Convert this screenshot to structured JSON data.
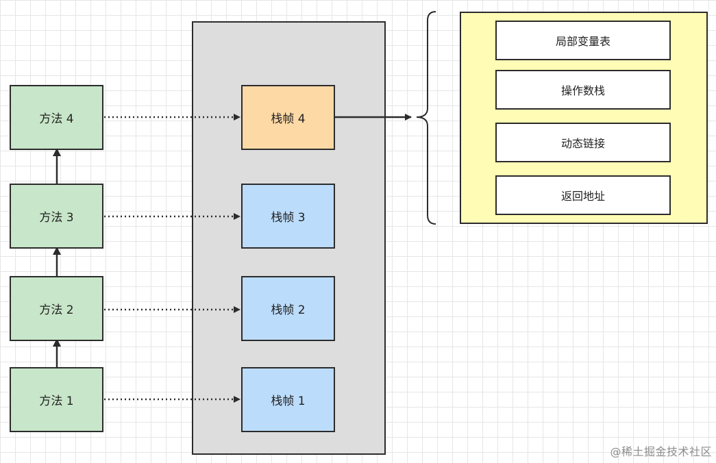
{
  "colors": {
    "method_fill": "#c8e6c9",
    "frame_top_fill": "#fdd9a5",
    "frame_fill": "#bcdcfb",
    "stack_region_fill": "#dddddd",
    "detail_region_fill": "#fffcb5",
    "line": "#2b2b2b"
  },
  "methods": [
    {
      "label": "方法 4"
    },
    {
      "label": "方法 3"
    },
    {
      "label": "方法 2"
    },
    {
      "label": "方法 1"
    }
  ],
  "frames": [
    {
      "label": "栈帧 4"
    },
    {
      "label": "栈帧 3"
    },
    {
      "label": "栈帧 2"
    },
    {
      "label": "栈帧 1"
    }
  ],
  "frame_parts": [
    {
      "label": "局部变量表"
    },
    {
      "label": "操作数栈"
    },
    {
      "label": "动态链接"
    },
    {
      "label": "返回地址"
    }
  ],
  "watermark": "@稀土掘金技术社区"
}
